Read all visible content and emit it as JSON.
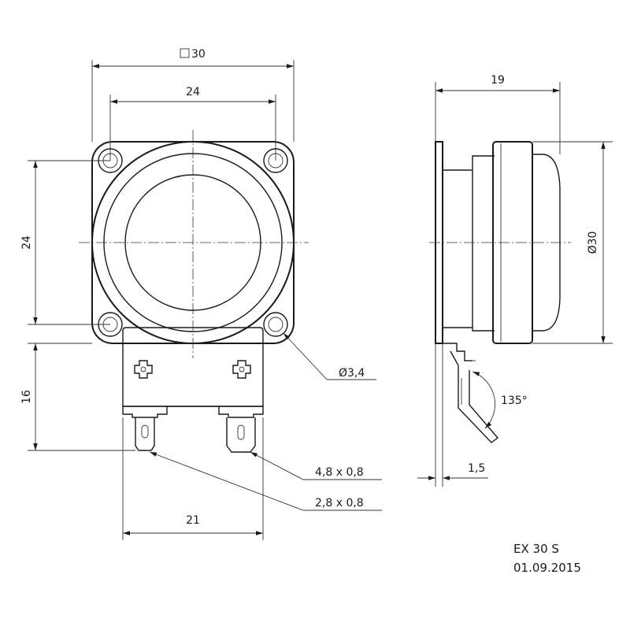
{
  "labels": {
    "square_30": "30",
    "width_24": "24",
    "height_24": "24",
    "depth_19": "19",
    "dia_30": "Ø30",
    "hole_dia": "Ø3,4",
    "terminal_height": "16",
    "angle": "135°",
    "offset": "1,5",
    "terminal_large": "4,8  x  0,8",
    "terminal_small": "2,8  x  0,8",
    "terminal_span": "21"
  },
  "title_block": {
    "model": "EX 30 S",
    "date": "01.09.2015"
  }
}
